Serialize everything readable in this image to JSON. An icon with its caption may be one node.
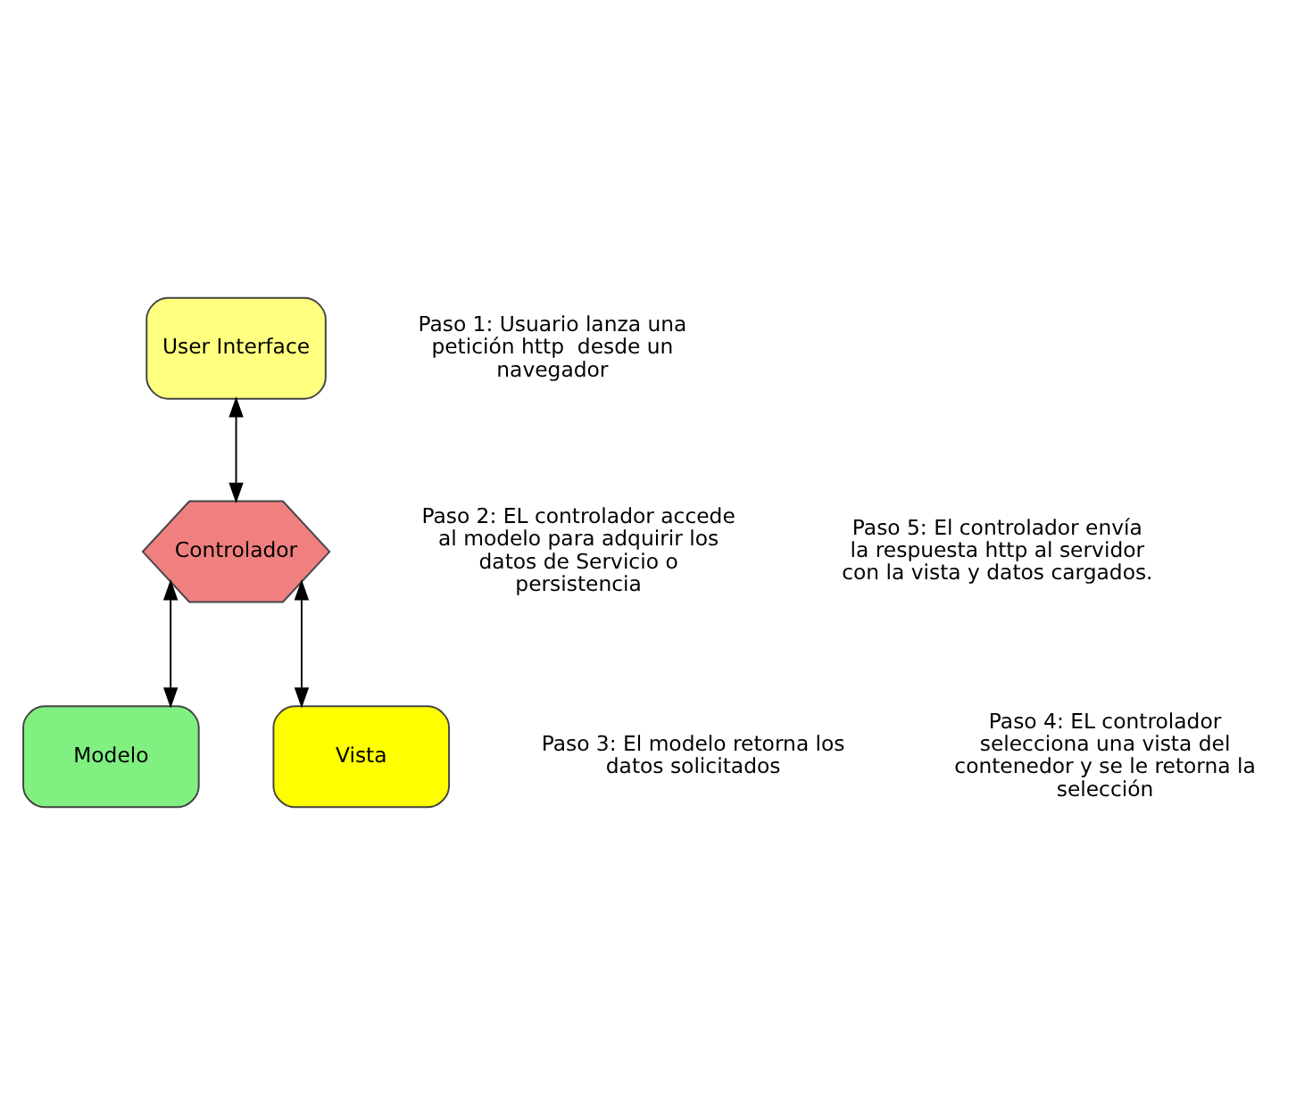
{
  "diagram": {
    "nodes": [
      {
        "text": [
          "Modelo"
        ]
      },
      {
        "text": [
          "Vista"
        ]
      },
      {
        "text": [
          "Controlador"
        ]
      },
      {
        "text": [
          "User Interface"
        ]
      }
    ],
    "edges": [
      {
        "from": 2,
        "to": 0,
        "arrow": "both"
      },
      {
        "from": 2,
        "to": 1,
        "arrow": "both"
      },
      {
        "from": 3,
        "to": 2,
        "arrow": "both"
      }
    ],
    "labels": [
      "Paso 3: El modelo retorna los datos solicitados",
      "Paso 4: EL controlador selecciona una vista del contenedor y se le retorna la selección",
      "Paso 2: EL controlador accede al modelo para adquirir los datos de Servicio o persistencia",
      "Paso 5: El controlador envía la respuesta http al servidor con la vista y datos cargados.",
      "Paso 1: Usuario lanza una petición http  desde un navegador"
    ]
  }
}
